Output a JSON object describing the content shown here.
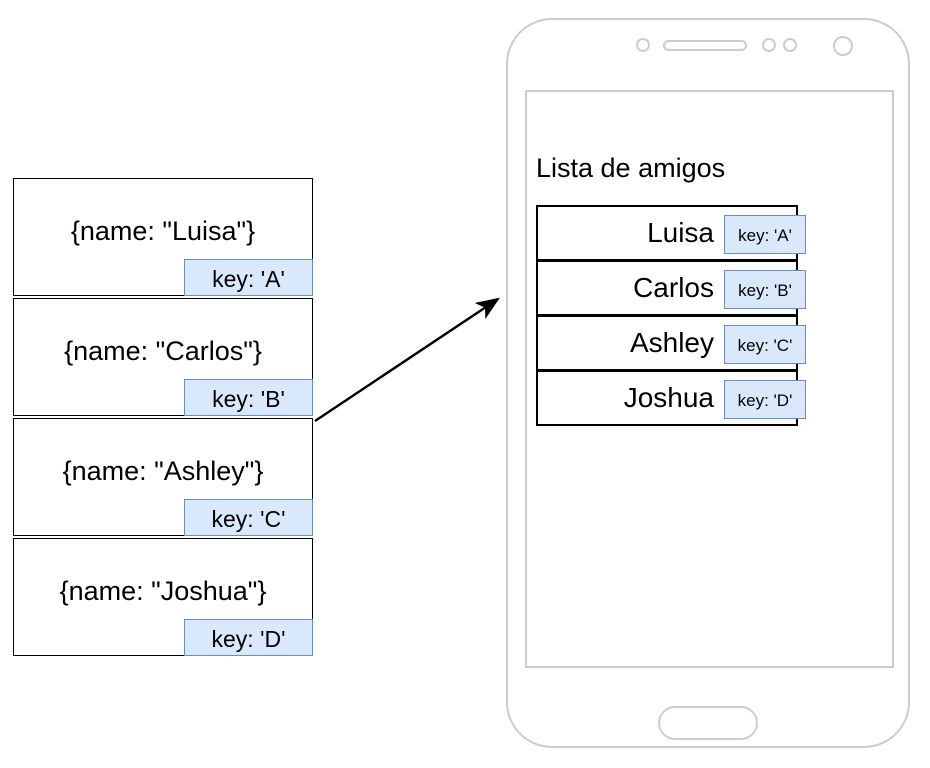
{
  "diagram": {
    "title": "React list keys mapping diagram",
    "accent_badge_fill": "#dae8fc",
    "accent_badge_stroke": "#6c8ebf",
    "phone_outline_color": "#cccccc",
    "box_outline_color": "#000000"
  },
  "data_objects": {
    "items": [
      {
        "label": "{name: \"Luisa\"}",
        "key_label": "key: 'A'"
      },
      {
        "label": "{name: \"Carlos\"}",
        "key_label": "key: 'B'"
      },
      {
        "label": "{name: \"Ashley\"}",
        "key_label": "key: 'C'"
      },
      {
        "label": "{name: \"Joshua\"}",
        "key_label": "key: 'D'"
      }
    ]
  },
  "arrow": {
    "label": "",
    "direction": "left-to-right-up"
  },
  "phone": {
    "screen": {
      "title": "Lista de amigos",
      "friends": [
        {
          "name": "Luisa",
          "key_label": "key: 'A'"
        },
        {
          "name": "Carlos",
          "key_label": "key: 'B'"
        },
        {
          "name": "Ashley",
          "key_label": "key: 'C'"
        },
        {
          "name": "Joshua",
          "key_label": "key: 'D'"
        }
      ]
    },
    "hardware": {
      "sensor_left": "proximity-sensor",
      "speaker": "earpiece-speaker",
      "sensor_mid": "light-sensor",
      "sensor_right": "led-indicator",
      "camera": "front-camera",
      "home_button": "home-button"
    }
  }
}
